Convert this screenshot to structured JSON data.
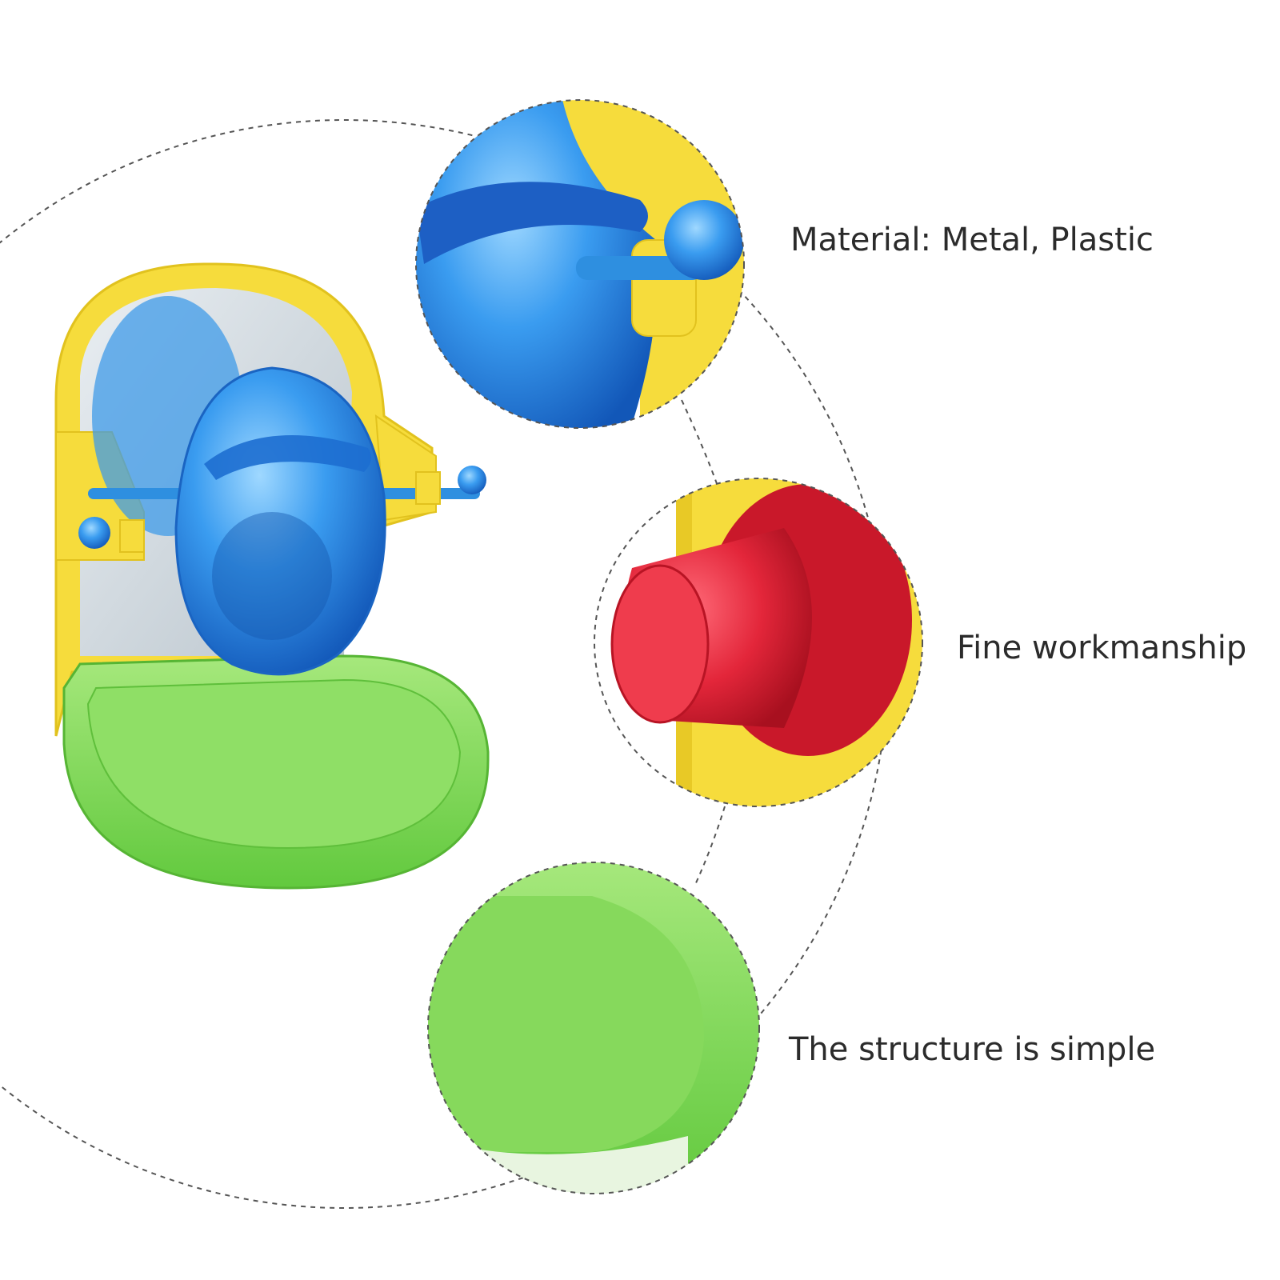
{
  "features": [
    {
      "id": "material",
      "text": "Material: Metal, Plastic"
    },
    {
      "id": "workmanship",
      "text": "Fine workmanship"
    },
    {
      "id": "structure",
      "text": "The structure is simple"
    }
  ],
  "colors": {
    "background": "#ffffff",
    "text": "#2b2b2b",
    "dashed_line": "#555555",
    "plastic_blue": "#2e8fe0",
    "frame_yellow": "#f6dc3c",
    "tray_green": "#7ed957",
    "cup_red": "#e3263a"
  }
}
